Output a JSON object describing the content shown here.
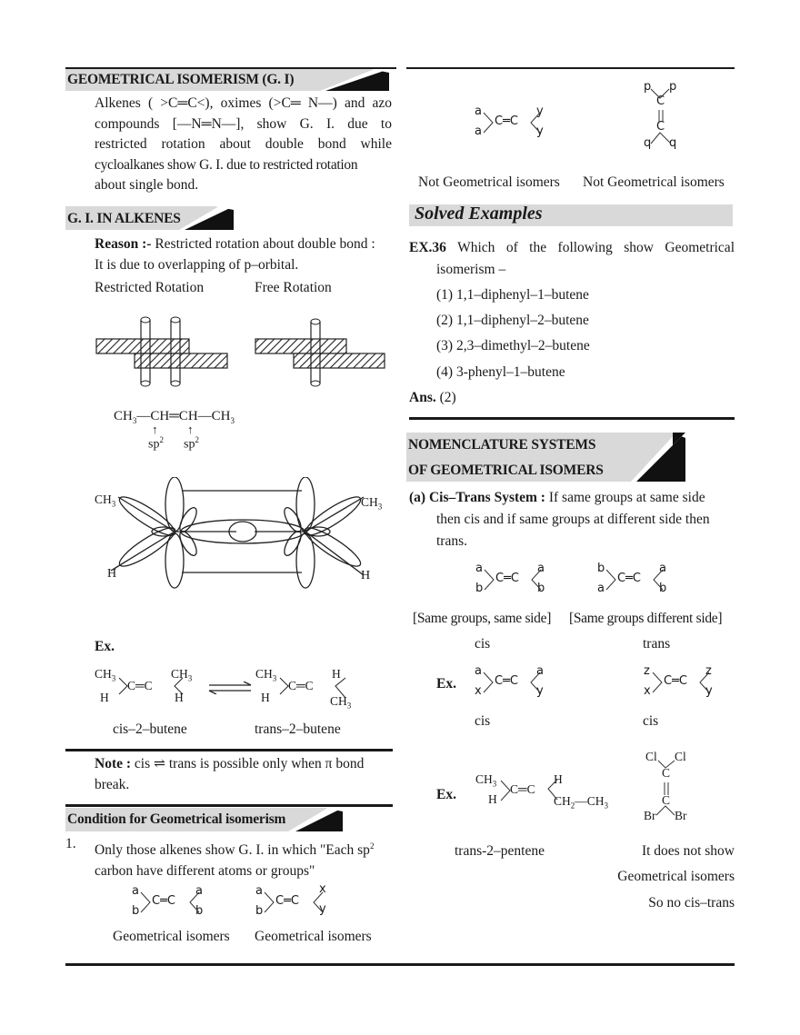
{
  "left": {
    "gi": {
      "heading": "GEOMETRICAL ISOMERISM (G. I)",
      "lines": [
        "Alkenes ( >C═C<), oximes (>C═ N—) and azo",
        "compounds   [—N═N—], show G. I. due to",
        "restricted rotation about double bond while",
        "cycloalkanes show G. I. due to restricted rotation",
        "about single bond."
      ]
    },
    "alkenes": {
      "heading": "G. I. IN ALKENES",
      "reason_label": "Reason :-",
      "reason_text": " Restricted rotation about double bond :",
      "reason_line2": "It is due to overlapping of p–orbital.",
      "restricted_label": "Restricted Rotation",
      "free_label": "Free Rotation",
      "formula": {
        "ch3_left": "CH",
        "sub3": "3",
        "ch_eq_ch": "CH═CH",
        "dash": "—",
        "ch3_right": "CH",
        "sp2": "sp",
        "sup2": "2"
      },
      "orbital_labels": {
        "tl": "CH",
        "tr": "CH",
        "bl": "H",
        "br": "H",
        "sub": "3"
      },
      "ex_label": "Ex.",
      "cis_name": "cis–2–butene",
      "trans_name": "trans–2–butene"
    },
    "note": {
      "label": "Note :",
      "text": " cis ⇌ trans is possible only when π bond",
      "line2": "break."
    },
    "condition": {
      "heading": "Condition for Geometrical isomerism",
      "num": "1.",
      "line1": "Only those alkenes show G. I. in which \"Each sp",
      "sup": "2",
      "line2": "carbon have different atoms or groups\"",
      "caption1": "Geometrical isomers",
      "caption2": "Geometrical isomers"
    }
  },
  "right": {
    "not_gi": {
      "caption1": "Not Geometrical isomers",
      "caption2": "Not Geometrical isomers"
    },
    "solved": {
      "heading": "Solved Examples",
      "ex_label": "EX.36",
      "question": " Which of the following show Geometrical",
      "question2": "isomerism –",
      "options": [
        "(1) 1,1–diphenyl–1–butene",
        "(2) 1,1–diphenyl–2–butene",
        "(3) 2,3–dimethyl–2–butene",
        "(4) 3-phenyl–1–butene"
      ],
      "ans_label": "Ans.",
      "ans_value": " (2)"
    },
    "nomenclature": {
      "heading1": "NOMENCLATURE SYSTEMS",
      "heading2": "OF GEOMETRICAL ISOMERS",
      "cis_trans_label": "(a) Cis–Trans System :",
      "cis_trans_text": " If same groups at same side",
      "line2": "then cis and if same groups at different side then",
      "line3": "trans.",
      "same_side": "[Same groups, same side]",
      "diff_side": "[Same groups different side]",
      "cis": "cis",
      "trans": "trans",
      "ex_label": "Ex.",
      "ex1_left": "cis",
      "ex1_right": "cis",
      "ex2_label": "Ex.",
      "pentene": "trans-2–pentene",
      "no_show1": "It does not show",
      "no_show2": "Geometrical isomers",
      "no_show3": "So no cis–trans"
    }
  },
  "chem": {
    "C": "C",
    "a": "a",
    "b": "b",
    "x": "x",
    "y": "y",
    "z": "z",
    "p": "p",
    "q": "q",
    "Cl": "Cl",
    "Br": "Br",
    "H": "H",
    "CH": "CH",
    "sub2": "2",
    "sub3": "3"
  }
}
